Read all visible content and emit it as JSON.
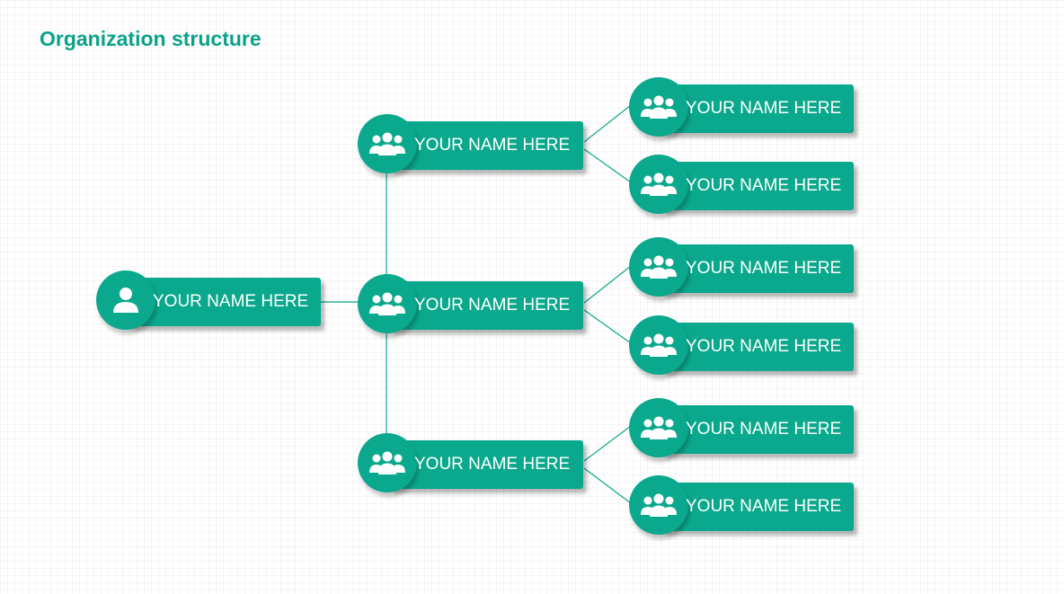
{
  "title": "Organization structure",
  "colors": {
    "accent": "#0aa88c",
    "title": "#0aa28a",
    "connector": "#0aa88c",
    "label": "#ffffff"
  },
  "root": {
    "label": "YOUR NAME HERE",
    "icon": "person-icon"
  },
  "managers": [
    {
      "label": "YOUR NAME HERE",
      "icon": "group-icon",
      "reports": [
        {
          "label": "YOUR NAME HERE",
          "icon": "group-icon"
        },
        {
          "label": "YOUR NAME HERE",
          "icon": "group-icon"
        }
      ]
    },
    {
      "label": "YOUR NAME HERE",
      "icon": "group-icon",
      "reports": [
        {
          "label": "YOUR NAME HERE",
          "icon": "group-icon"
        },
        {
          "label": "YOUR NAME HERE",
          "icon": "group-icon"
        }
      ]
    },
    {
      "label": "YOUR NAME HERE",
      "icon": "group-icon",
      "reports": [
        {
          "label": "YOUR NAME HERE",
          "icon": "group-icon"
        },
        {
          "label": "YOUR NAME HERE",
          "icon": "group-icon"
        }
      ]
    }
  ]
}
